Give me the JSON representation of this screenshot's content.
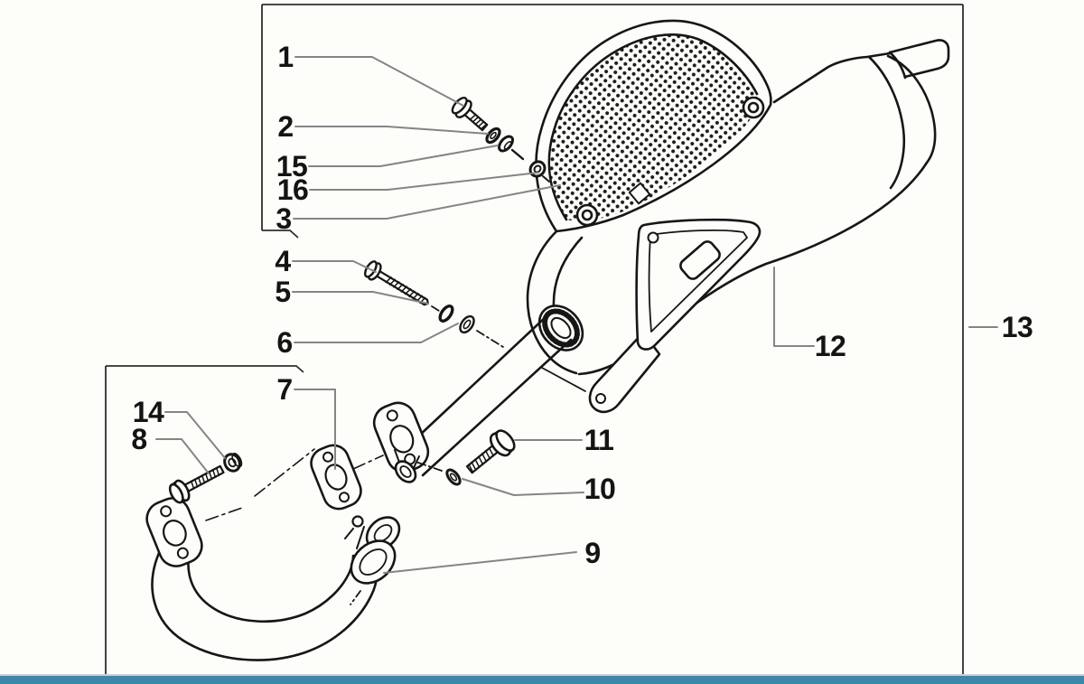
{
  "diagram": {
    "kind": "exploded-parts-diagram",
    "subject": "exhaust muffler assembly",
    "colors": {
      "paper": "#fdfdfa",
      "drawing_line": "#161616",
      "leader_line": "#858585",
      "footer_bar": "#3d87a9",
      "footer_bar_top_line": "#ccd0dc"
    },
    "callouts": [
      {
        "label": "1"
      },
      {
        "label": "2"
      },
      {
        "label": "15"
      },
      {
        "label": "16"
      },
      {
        "label": "3"
      },
      {
        "label": "4"
      },
      {
        "label": "5"
      },
      {
        "label": "6"
      },
      {
        "label": "7"
      },
      {
        "label": "14"
      },
      {
        "label": "8"
      },
      {
        "label": "11"
      },
      {
        "label": "10"
      },
      {
        "label": "9"
      },
      {
        "label": "12"
      },
      {
        "label": "13"
      }
    ]
  }
}
